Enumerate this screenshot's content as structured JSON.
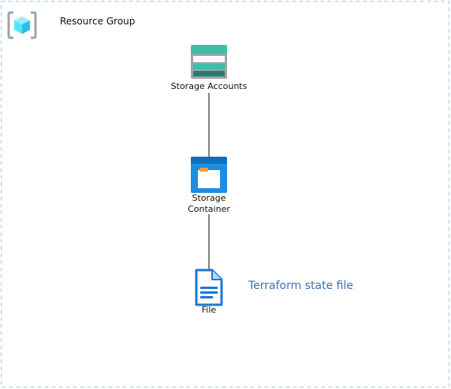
{
  "resource_group": {
    "title": "Resource Group",
    "icon": "resource-group-icon"
  },
  "nodes": [
    {
      "id": "storage-accounts",
      "label": "Storage Accounts",
      "icon": "storage-accounts-icon"
    },
    {
      "id": "storage-container",
      "label": "Storage\nContainer",
      "icon": "storage-container-icon"
    },
    {
      "id": "file",
      "label": "File",
      "icon": "file-icon"
    }
  ],
  "edges": [
    {
      "from": "storage-accounts",
      "to": "storage-container"
    },
    {
      "from": "storage-container",
      "to": "file"
    }
  ],
  "annotation": {
    "text": "Terraform state file"
  },
  "colors": {
    "group_border": "#a9c7e8",
    "storage_green": "#3bbfa5",
    "storage_dark": "#2a7a6d",
    "storage_gray": "#9ea3a8",
    "container_blue": "#1f8de0",
    "container_dark": "#0f6fbf",
    "folder_orange": "#f2a13a",
    "file_blue": "#2276d6",
    "rg_blue": "#7cb9ec",
    "rg_gray": "#9aa4ad",
    "annotation_blue": "#3d6fb6"
  }
}
